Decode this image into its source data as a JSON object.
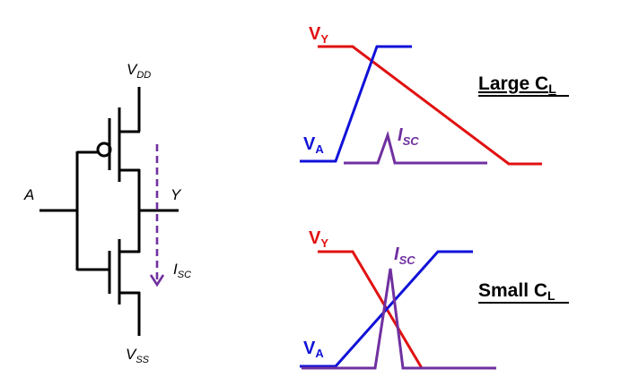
{
  "colors": {
    "wire": "#000000",
    "vy": "#e11111",
    "va": "#1111d9",
    "isc": "#7030a0"
  },
  "circuit": {
    "vdd": {
      "main": "V",
      "sub": "DD"
    },
    "vss": {
      "main": "V",
      "sub": "SS"
    },
    "input": "A",
    "output": "Y",
    "current": {
      "main": "I",
      "sub": "SC"
    }
  },
  "panels": [
    {
      "title": {
        "main": "Large C",
        "sub": "L"
      },
      "vy": {
        "main": "V",
        "sub": "Y"
      },
      "va": {
        "main": "V",
        "sub": "A"
      },
      "isc": {
        "main": "I",
        "sub": "SC"
      }
    },
    {
      "title": {
        "main": "Small C",
        "sub": "L"
      },
      "vy": {
        "main": "V",
        "sub": "Y"
      },
      "va": {
        "main": "V",
        "sub": "A"
      },
      "isc": {
        "main": "I",
        "sub": "SC"
      }
    }
  ]
}
